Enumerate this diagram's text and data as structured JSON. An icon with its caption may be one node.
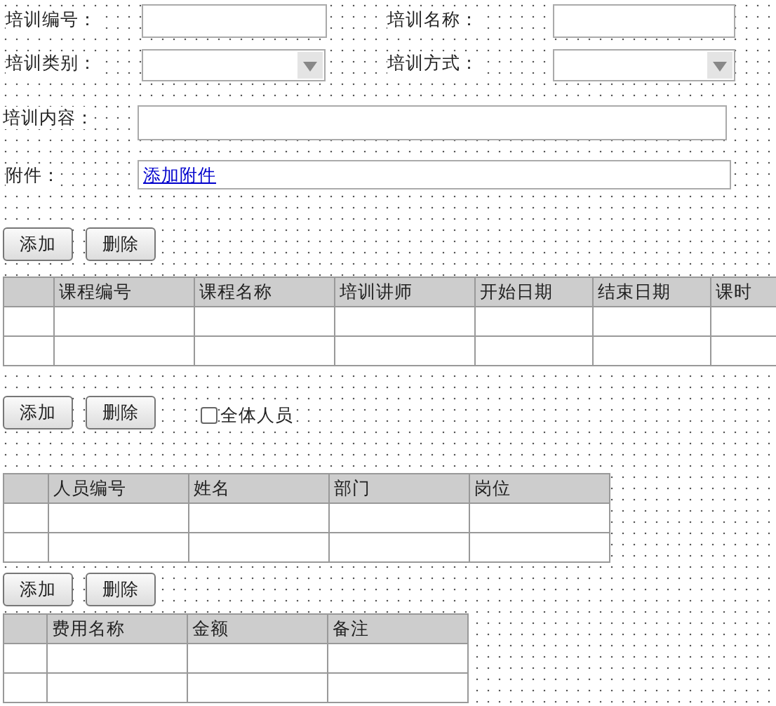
{
  "diagram": {
    "labels": [
      "培训编号：",
      "培训名称：",
      "培训类别：",
      "培训方式：",
      "培训内容：",
      "附件：",
      "添加附件",
      "添加",
      "删除",
      "课程编号",
      "课程名称",
      "培训讲师",
      "开始日期",
      "结束日期",
      "课时",
      "添加",
      "删除",
      "全体人员",
      "人员编号",
      "姓名",
      "部门",
      "岗位",
      "添加",
      "删除",
      "费用名称",
      "金额",
      "备注"
    ]
  }
}
